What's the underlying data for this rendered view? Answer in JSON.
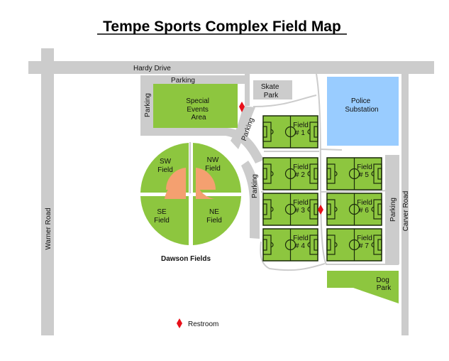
{
  "title": "Tempe Sports Complex Field Map",
  "roads": {
    "hardy": "Hardy Drive",
    "warner": "Warner Road",
    "carver": "Carver Road"
  },
  "parking": {
    "top": "Parking",
    "left": "Parking",
    "diagonal": "Parking",
    "middle": "Parking",
    "right": "Parking"
  },
  "areas": {
    "special_events": [
      "Special",
      "Events",
      "Area"
    ],
    "skate_park": [
      "Skate",
      "Park"
    ],
    "police": [
      "Police",
      "Substation"
    ],
    "dog_park": [
      "Dog",
      "Park"
    ]
  },
  "dawson": {
    "title": "Dawson Fields",
    "sw": [
      "SW",
      "Field"
    ],
    "nw": [
      "NW",
      "Field"
    ],
    "se": [
      "SE",
      "Field"
    ],
    "ne": [
      "NE",
      "Field"
    ]
  },
  "soccer_fields": [
    {
      "label": "Field",
      "num": "# 1"
    },
    {
      "label": "Field",
      "num": "# 2"
    },
    {
      "label": "Field",
      "num": "# 3"
    },
    {
      "label": "Field",
      "num": "# 4"
    },
    {
      "label": "Field",
      "num": "# 5"
    },
    {
      "label": "Field",
      "num": "# 6"
    },
    {
      "label": "Field",
      "num": "# 7"
    }
  ],
  "legend": {
    "restroom": "Restroom"
  },
  "colors": {
    "grass": "#8dc63f",
    "road": "#cccccc",
    "police": "#99ccff",
    "infield": "#f4a070",
    "restroom": "#e8101a"
  }
}
